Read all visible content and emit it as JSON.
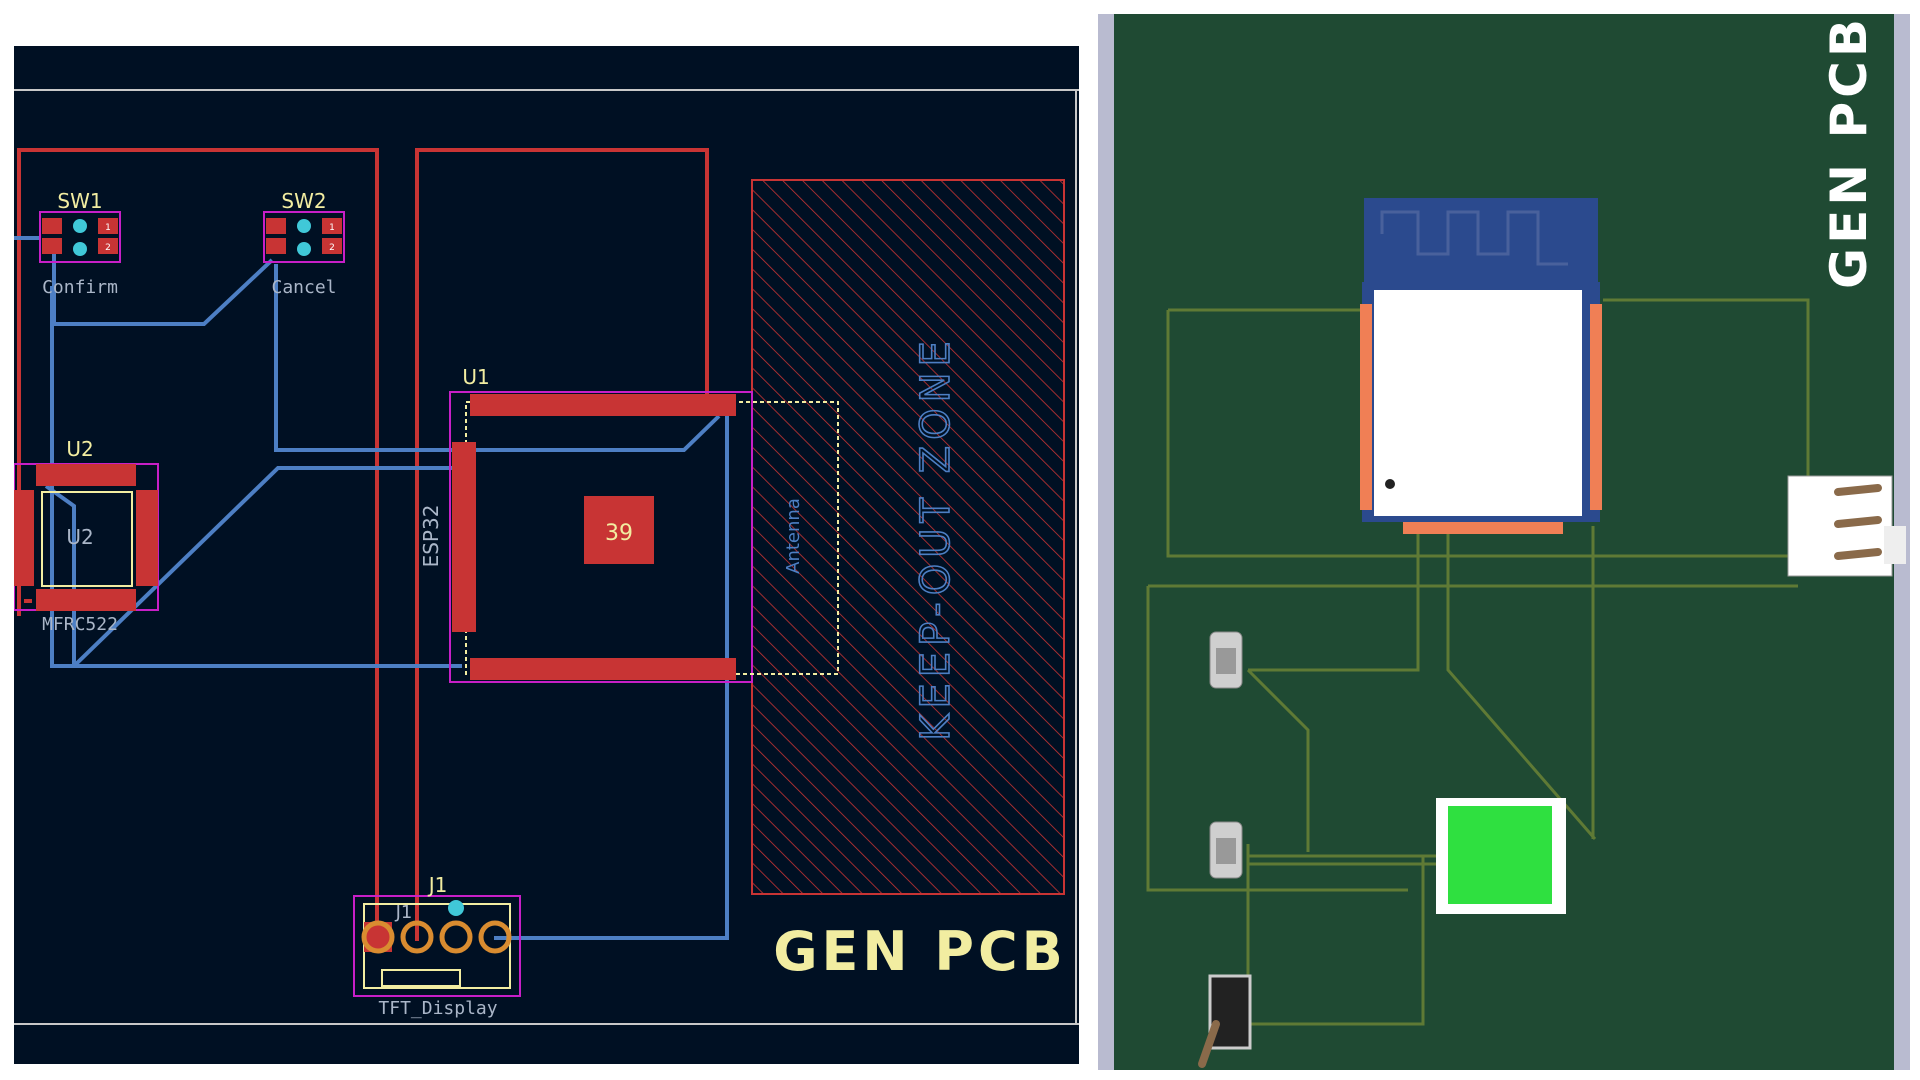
{
  "pcb_editor": {
    "footprints": {
      "sw1": {
        "ref": "SW1",
        "value": "Confirm"
      },
      "sw2": {
        "ref": "SW2",
        "value": "Cancel"
      },
      "u1": {
        "ref": "U1",
        "value": "ESP32"
      },
      "u2": {
        "ref": "U2",
        "ref_fab": "U2",
        "value": "MFRC522"
      },
      "j1": {
        "ref": "J1",
        "ref_fab": "J1",
        "value": "TFT_Display"
      }
    },
    "u1_inner": {
      "antenna_label": "Antenna",
      "thermal_pad_label": "39"
    },
    "keepout_label": "KEEP-OUT ZONE",
    "silkscreen_text": "GEN PCB",
    "pad_numbers": {
      "sw_pads": [
        "1",
        "2",
        "1",
        "2"
      ]
    },
    "colors": {
      "background": "#001023",
      "front_copper": "#c83434",
      "back_copper": "#4d7fc4",
      "silkscreen": "#f2eda1",
      "courtyard": "#c71fc7",
      "through_hole": "#40c8d8",
      "outline": "#c8c8c8"
    }
  },
  "pcb_3d_view": {
    "silkscreen_text": "GEN PCB",
    "colors": {
      "board": "#1f4a33",
      "trace": "#5f7a35",
      "module_shield": "#ffffff",
      "module_pcb": "#2b4a8e",
      "pad": "#f07f55",
      "ic_body": "#2fe040",
      "edge": "#b9bbd0"
    }
  }
}
